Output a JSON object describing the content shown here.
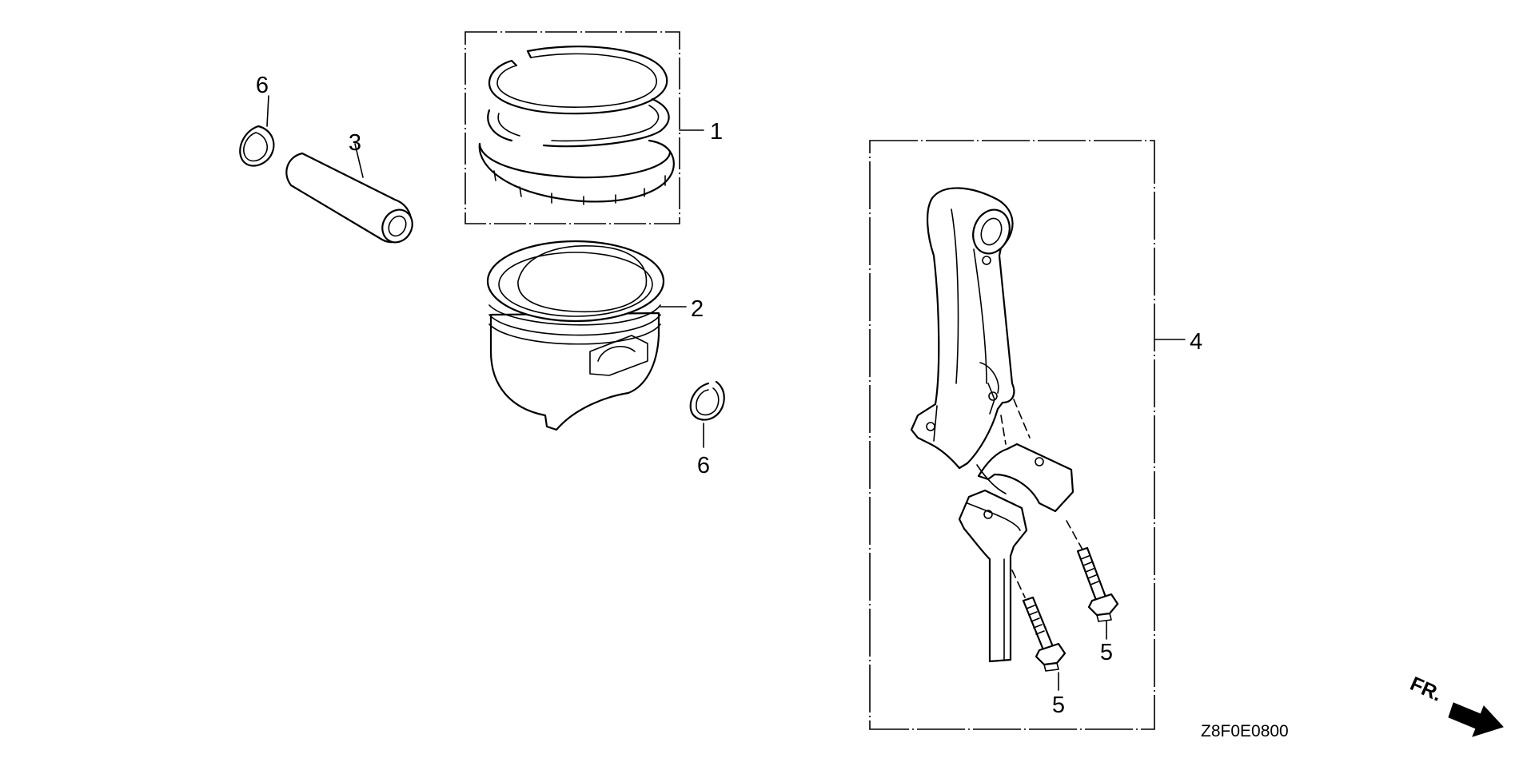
{
  "diagram": {
    "callouts": {
      "piston_rings": "1",
      "piston": "2",
      "piston_pin": "3",
      "connecting_rod": "4",
      "rod_bolt_left": "5",
      "rod_bolt_right": "5",
      "clip_upper": "6",
      "clip_lower": "6"
    },
    "diagram_code": "Z8F0E0800",
    "front_marker": "FR."
  }
}
